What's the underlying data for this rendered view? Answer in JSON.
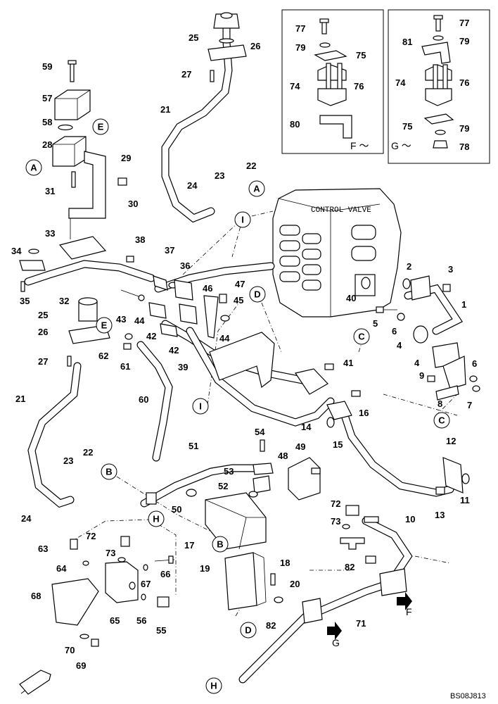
{
  "diagram": {
    "code": "BS08J813",
    "control_valve_label": "CONTROL VALVE",
    "inset_f_label": "F ～",
    "inset_g_label": "G ～",
    "callouts": [
      "77",
      "79",
      "75",
      "74",
      "76",
      "80",
      "77",
      "79",
      "81",
      "74",
      "76",
      "75",
      "79",
      "78",
      "25",
      "26",
      "27",
      "59",
      "57",
      "58",
      "28",
      "29",
      "31",
      "30",
      "21",
      "24",
      "23",
      "22",
      "33",
      "34",
      "35",
      "32",
      "38",
      "37",
      "36",
      "43",
      "44",
      "42",
      "46",
      "47",
      "45",
      "44",
      "42",
      "39",
      "40",
      "2",
      "3",
      "1",
      "5",
      "6",
      "4",
      "4",
      "6",
      "9",
      "8",
      "7",
      "41",
      "25",
      "26",
      "27",
      "62",
      "61",
      "21",
      "60",
      "22",
      "23",
      "24",
      "14",
      "15",
      "16",
      "12",
      "11",
      "13",
      "10",
      "54",
      "51",
      "49",
      "48",
      "53",
      "52",
      "50",
      "17",
      "72",
      "73",
      "72",
      "73",
      "63",
      "64",
      "66",
      "67",
      "68",
      "65",
      "56",
      "55",
      "70",
      "69",
      "18",
      "19",
      "20",
      "82",
      "82",
      "71"
    ],
    "refs": [
      "A",
      "E",
      "A",
      "E",
      "I",
      "D",
      "C",
      "I",
      "C",
      "B",
      "H",
      "B",
      "D",
      "H"
    ],
    "arrow_tags": [
      "F",
      "G"
    ]
  }
}
